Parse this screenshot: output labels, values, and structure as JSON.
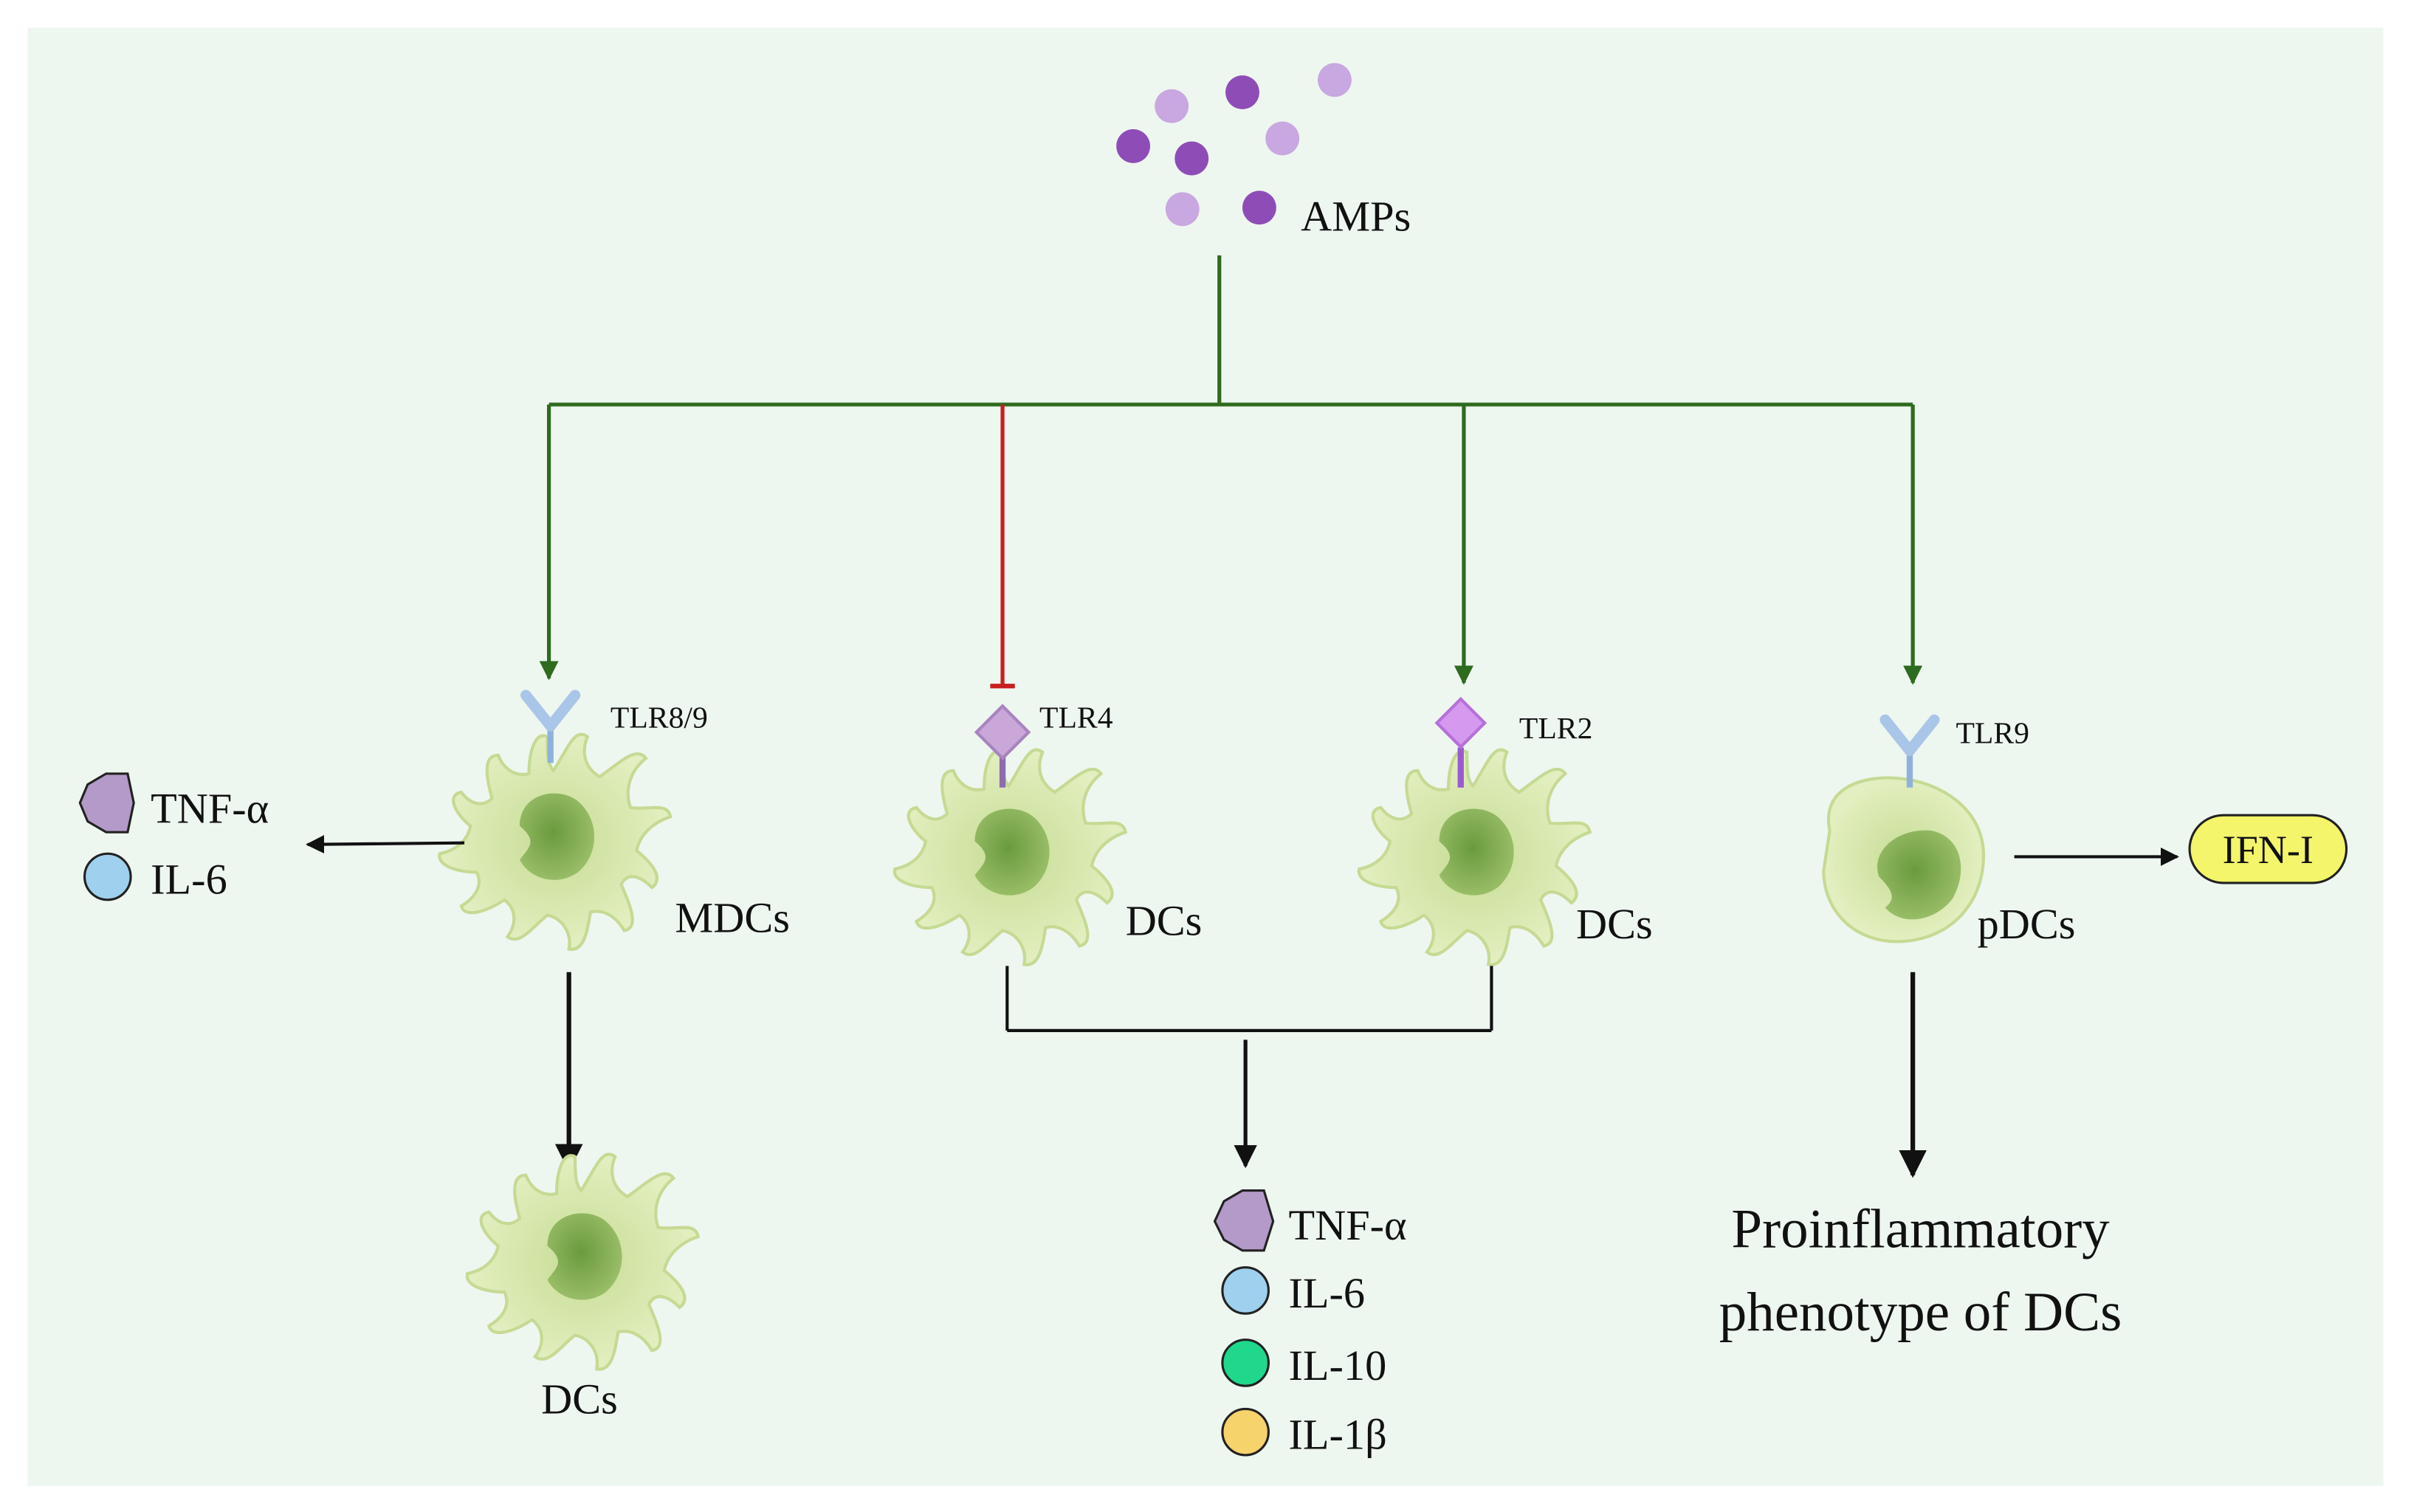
{
  "colors": {
    "background": "#eef6f0",
    "green_arrow": "#2e6b1e",
    "red_inhibit": "#c81e1e",
    "black_arrow": "#111111",
    "amp_dark": "#8e4db6",
    "amp_light": "#c9a7e0",
    "cell_body": "#d6e6a8",
    "cell_nucleus": "#7aa34e",
    "receptor_blue": "#a9c6e8",
    "receptor_purple": "#c9a7d8",
    "tnf_hex": "#b49ac8",
    "il6_circle": "#9fd0ee",
    "il10_circle": "#1fd88c",
    "il1b_circle": "#f7d36c",
    "ifn_pill": "#f4f56a"
  },
  "top": {
    "amps_label": "AMPs"
  },
  "receptors": {
    "mdcs": "TLR8/9",
    "dc_left": "TLR4",
    "dc_right": "TLR2",
    "pdcs": "TLR9"
  },
  "cells": {
    "mdcs": "MDCs",
    "dc_left": "DCs",
    "dc_right": "DCs",
    "pdcs": "pDCs",
    "mdcs_derived": "DCs"
  },
  "mdcs_outputs": [
    {
      "label": "TNF-α",
      "icon": "hexagon-icon"
    },
    {
      "label": "IL-6",
      "icon": "circle-icon"
    }
  ],
  "dc_outputs": [
    {
      "label": "TNF-α",
      "icon": "hexagon-icon"
    },
    {
      "label": "IL-6",
      "icon": "circle-icon"
    },
    {
      "label": "IL-10",
      "icon": "circle-icon"
    },
    {
      "label": "IL-1β",
      "icon": "circle-icon"
    }
  ],
  "pdcs_output": {
    "label": "IFN-I"
  },
  "phenotype": {
    "line1": "Proinflammatory",
    "line2": "phenotype of DCs"
  }
}
